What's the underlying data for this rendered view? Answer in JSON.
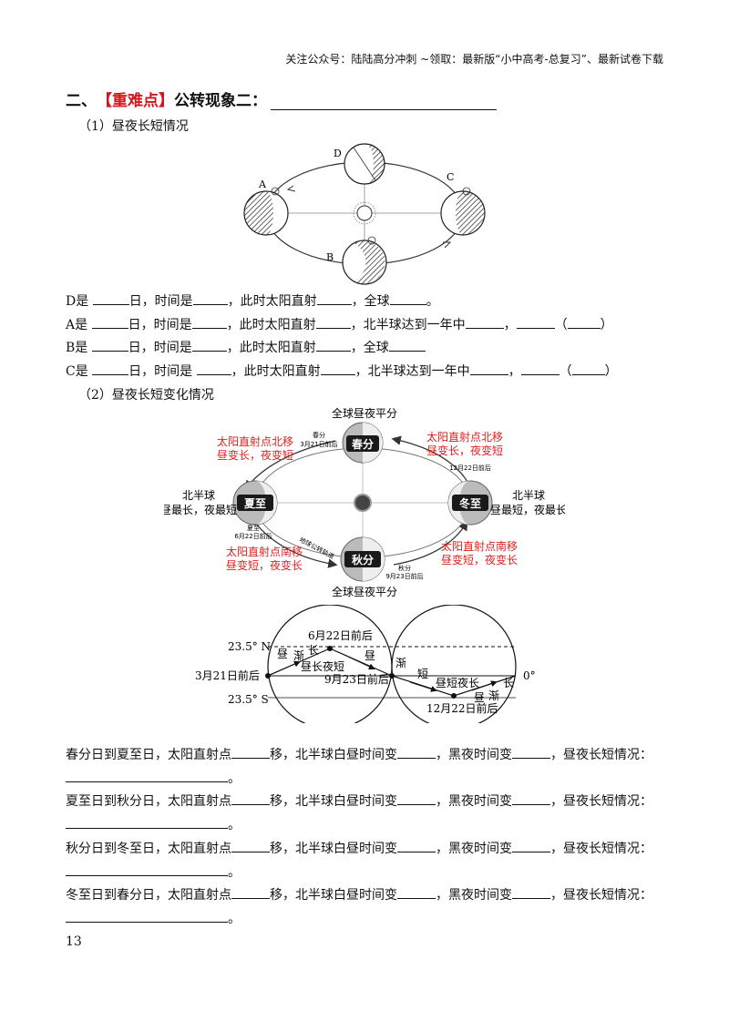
{
  "header": {
    "note": "关注公众号：陆陆高分冲刺 ~领取：最新版“小中高考-总复习”、最新试卷下载"
  },
  "section": {
    "prefix": "二、",
    "highlight": "【重难点】",
    "title": "公转现象二："
  },
  "part1": {
    "title": "（1）昼夜长短情况"
  },
  "orbit1": {
    "labels": [
      "D",
      "A",
      "C",
      "B"
    ]
  },
  "qa": [
    {
      "letter": "D",
      "a": "是 ",
      "b": "日，时间是",
      "c": "，此时太阳直射",
      "d": "，全球",
      "e": "。"
    },
    {
      "letter": "A",
      "a": "是 ",
      "b": "日，时间是",
      "c": "，此时太阳直射",
      "d": "，北半球达到一年中",
      "e": "，",
      "f": "（",
      "g": "）"
    },
    {
      "letter": "B",
      "a": "是 ",
      "b": "日，时间是",
      "c": "，此时太阳直射",
      "d": "，全球"
    },
    {
      "letter": "C",
      "a": "是 ",
      "b": "日，时间是 ",
      "c": "，此时太阳直射",
      "d": "，北半球达到一年中",
      "e": "，",
      "f": "（",
      "g": "）"
    }
  ],
  "part2": {
    "title": "（2）昼夜长短变化情况"
  },
  "orbit2": {
    "top_label": "全球昼夜平分",
    "bottom_label": "全球昼夜平分",
    "spring": "春分",
    "spring_date": "3月21日前后",
    "spring_small": "春分",
    "summer": "夏至",
    "summer_date": "6月22日前后",
    "summer_small": "夏至",
    "autumn": "秋分",
    "autumn_date": "9月23日前后",
    "autumn_small": "秋分",
    "winter": "冬至",
    "winter_date": "12月22日前后",
    "red_tl_1": "太阳直射点北移",
    "red_tl_2": "昼变长，夜变短",
    "red_tr_1": "太阳直射点北移",
    "red_tr_2": "昼变长，夜变短",
    "red_bl_1": "太阳直射点南移",
    "red_bl_2": "昼变短，夜变长",
    "red_br_1": "太阳直射点南移",
    "red_br_2": "昼变短，夜变长",
    "nh_left_1": "北半球",
    "nh_left_2": "昼最长，夜最短",
    "nh_right_1": "北半球",
    "nh_right_2": "昼最短，夜最长",
    "orbit_path": "地球公转轨道"
  },
  "sunpath": {
    "n_lat": "23.5° N",
    "s_lat": "23.5° S",
    "equator": "0°",
    "mar": "3月21日前后",
    "jun": "6月22日前后",
    "sep": "9月23日前后",
    "dec": "12月22日前后",
    "z1": "昼",
    "z2": "渐",
    "z3": "长",
    "z4": "昼",
    "z5": "昼长夜短",
    "z6": "渐",
    "z7": "短",
    "z8": "昼短夜长",
    "z9": "长",
    "z10": "昼",
    "z11": "渐"
  },
  "fill": [
    {
      "a": "春分日到夏至日，太阳直射点",
      "b": "移，北半球白昼时间变",
      "c": "，黑夜时间变",
      "d": "，昼夜长短情况：",
      "end": "。"
    },
    {
      "a": "夏至日到秋分日，太阳直射点",
      "b": "移，北半球白昼时间变",
      "c": "，黑夜时间变",
      "d": "，昼夜长短情况：",
      "end": "。"
    },
    {
      "a": "秋分日到冬至日，太阳直射点",
      "b": "移，北半球白昼时间变",
      "c": "，黑夜时间变",
      "d": "，昼夜长短情况：",
      "end": "。"
    },
    {
      "a": "冬至日到春分日，太阳直射点",
      "b": "移，北半球白昼时间变",
      "c": "，黑夜时间变",
      "d": "，昼夜长短情况：",
      "end": "。"
    }
  ],
  "page_number": "13"
}
